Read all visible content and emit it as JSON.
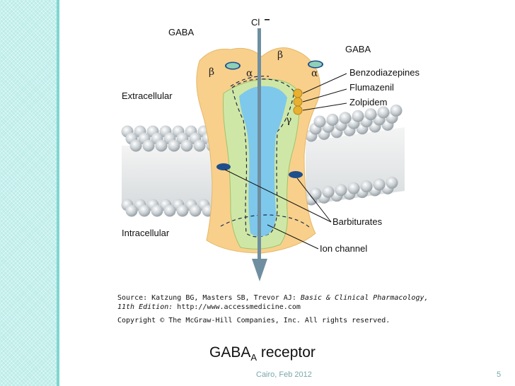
{
  "figure": {
    "ion_label": "Cl",
    "labels": {
      "gaba_left": "GABA",
      "gaba_right": "GABA",
      "extracellular": "Extracellular",
      "intracellular": "Intracellular",
      "benzodiazepines": "Benzodiazepines",
      "flumazenil": "Flumazenil",
      "zolpidem": "Zolpidem",
      "barbiturates": "Barbiturates",
      "ion_channel": "Ion channel"
    },
    "subunits": {
      "beta_left": "β",
      "alpha_left": "α",
      "beta_right": "β",
      "alpha_right": "α",
      "gamma": "γ"
    },
    "colors": {
      "receptor": "#f8d08c",
      "inner_subunit": "#cfe7a6",
      "channel": "#7ec8ec",
      "membrane_head": "#c9cfd3",
      "binding_site": "#1f4e8c",
      "drug_site": "#e8b030",
      "arrow": "#6f8fa0",
      "stripe": "#b9ece8"
    }
  },
  "source": {
    "line1_prefix": "Source: Katzung BG, Masters SB, Trevor AJ: ",
    "line1_title": "Basic & Clinical Pharmacology,",
    "line2_edition": "11th Edition: ",
    "line2_url": "http://www.accessmedicine.com",
    "line3": "Copyright © The McGraw-Hill Companies, Inc. All rights reserved."
  },
  "slide": {
    "title_main": "GABA",
    "title_sub": "A",
    "title_rest": " receptor",
    "footer_center": "Cairo, Feb 2012",
    "page_number": "5"
  }
}
